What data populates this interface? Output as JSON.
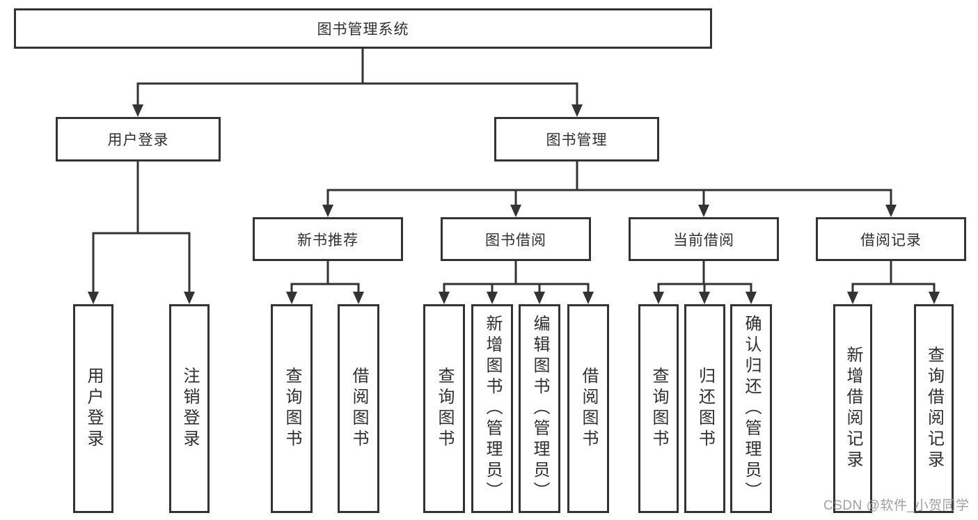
{
  "diagram": {
    "title": "图书管理系统",
    "root": {
      "label": "图书管理系统"
    },
    "login_branch": {
      "label": "用户登录",
      "children": [
        {
          "label": "用户登录"
        },
        {
          "label": "注销登录"
        }
      ]
    },
    "manage_branch": {
      "label": "图书管理",
      "sections": [
        {
          "label": "新书推荐",
          "children": [
            {
              "label": "查询图书"
            },
            {
              "label": "借阅图书"
            }
          ]
        },
        {
          "label": "图书借阅",
          "children": [
            {
              "label": "查询图书"
            },
            {
              "label": "新增图书（管理员）"
            },
            {
              "label": "编辑图书（管理员）"
            },
            {
              "label": "借阅图书"
            }
          ]
        },
        {
          "label": "当前借阅",
          "children": [
            {
              "label": "查询图书"
            },
            {
              "label": "归还图书"
            },
            {
              "label": "确认归还（管理员）"
            }
          ]
        },
        {
          "label": "借阅记录",
          "children": [
            {
              "label": "新增借阅记录"
            },
            {
              "label": "查询借阅记录"
            }
          ]
        }
      ]
    },
    "watermark": "CSDN @软件_小贺同学",
    "colors": {
      "line": "#333333",
      "text": "#2f2f2f",
      "background": "#ffffff",
      "watermark": "#9b9b9b"
    }
  }
}
